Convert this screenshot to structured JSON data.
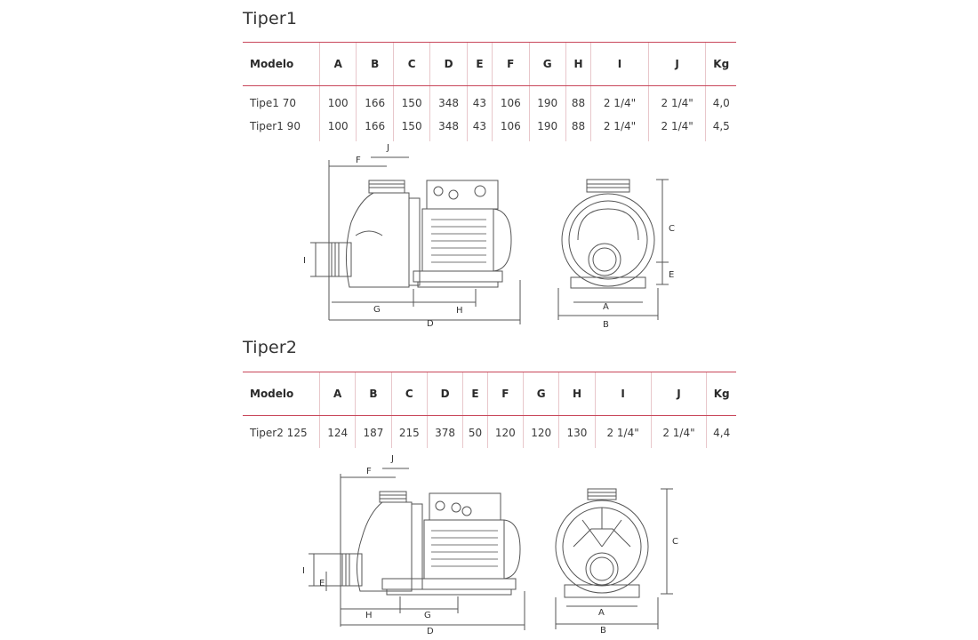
{
  "sections": [
    {
      "title": "Tiper1",
      "headers": [
        "Modelo",
        "A",
        "B",
        "C",
        "D",
        "E",
        "F",
        "G",
        "H",
        "I",
        "J",
        "Kg"
      ],
      "rows": [
        [
          "Tipe1 70",
          "100",
          "166",
          "150",
          "348",
          "43",
          "106",
          "190",
          "88",
          "2 1/4\"",
          "2 1/4\"",
          "4,0"
        ],
        [
          "Tiper1 90",
          "100",
          "166",
          "150",
          "348",
          "43",
          "106",
          "190",
          "88",
          "2 1/4\"",
          "2 1/4\"",
          "4,5"
        ]
      ],
      "side_view_labels": {
        "F": "F",
        "J": "J",
        "I": "I",
        "G": "G",
        "H": "H",
        "D": "D"
      },
      "front_view_labels": {
        "C": "C",
        "E": "E",
        "A": "A",
        "B": "B"
      }
    },
    {
      "title": "Tiper2",
      "headers": [
        "Modelo",
        "A",
        "B",
        "C",
        "D",
        "E",
        "F",
        "G",
        "H",
        "I",
        "J",
        "Kg"
      ],
      "rows": [
        [
          "Tiper2 125",
          "124",
          "187",
          "215",
          "378",
          "50",
          "120",
          "120",
          "130",
          "2 1/4\"",
          "2 1/4\"",
          "4,4"
        ]
      ],
      "side_view_labels": {
        "F": "F",
        "J": "J",
        "I": "I",
        "E": "E",
        "H": "H",
        "G": "G",
        "D": "D"
      },
      "front_view_labels": {
        "C": "C",
        "A": "A",
        "B": "B"
      }
    }
  ],
  "colors": {
    "rule": "#c8475a",
    "grid": "#e8c7cb",
    "line": "#555555"
  }
}
